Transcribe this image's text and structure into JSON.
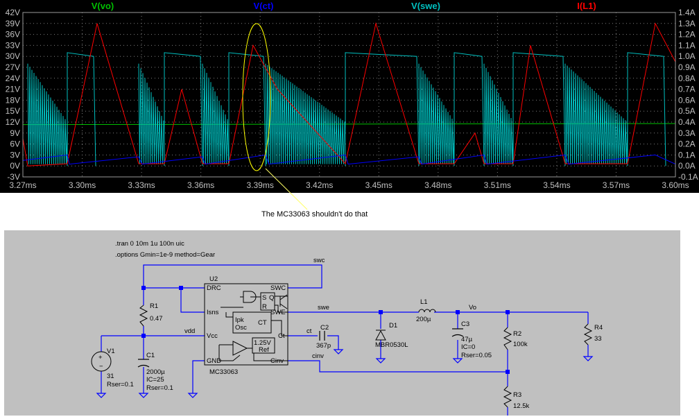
{
  "plot": {
    "traces": [
      {
        "name": "V(vo)",
        "color": "#00c000"
      },
      {
        "name": "V(ct)",
        "color": "#0000ff"
      },
      {
        "name": "V(swe)",
        "color": "#00c0c0"
      },
      {
        "name": "I(L1)",
        "color": "#ff0000"
      }
    ],
    "left_axis": [
      "42V",
      "39V",
      "36V",
      "33V",
      "30V",
      "27V",
      "24V",
      "21V",
      "18V",
      "15V",
      "12V",
      "9V",
      "6V",
      "3V",
      "0V",
      "-3V"
    ],
    "right_axis": [
      "1.4A",
      "1.3A",
      "1.2A",
      "1.1A",
      "1.0A",
      "0.9A",
      "0.8A",
      "0.7A",
      "0.6A",
      "0.5A",
      "0.4A",
      "0.3A",
      "0.2A",
      "0.1A",
      "0.0A",
      "-0.1A"
    ],
    "x_axis": [
      "3.27ms",
      "3.30ms",
      "3.33ms",
      "3.36ms",
      "3.39ms",
      "3.42ms",
      "3.45ms",
      "3.48ms",
      "3.51ms",
      "3.54ms",
      "3.57ms",
      "3.60ms"
    ]
  },
  "annotation": "The MC33063 shouldn't do that",
  "schematic": {
    "directives": [
      ".tran 0 10m 1u 100n uic",
      ".options Gmin=1e-9  method=Gear"
    ],
    "nets": {
      "swc": "swc",
      "swe": "swe",
      "vo": "Vo",
      "vdd": "vdd",
      "ct": "ct",
      "cinv": "cinv"
    },
    "ic": {
      "ref": "U2",
      "part": "MC33063",
      "pins": {
        "drc": "DRC",
        "swc": "SWC",
        "isns": "Isns",
        "swe": "SWE",
        "vcc": "Vcc",
        "ct": "Ct",
        "gnd": "GND",
        "cinv": "Cinv"
      },
      "internal": {
        "s": "S",
        "q": "Q",
        "r": "R",
        "ipk": "Ipk",
        "osc": "Osc",
        "ct": "CT",
        "ref_v": "1.25V",
        "ref": "Ref"
      }
    },
    "components": {
      "r1": {
        "ref": "R1",
        "value": "0.47"
      },
      "v1": {
        "ref": "V1",
        "value": "31",
        "extra": "Rser=0.1"
      },
      "c1": {
        "ref": "C1",
        "value": "2000µ",
        "ic": "IC=25",
        "rser": "Rser=0.1"
      },
      "c2": {
        "ref": "C2",
        "value": "367p"
      },
      "d1": {
        "ref": "D1",
        "value": "MBR0530L"
      },
      "l1": {
        "ref": "L1",
        "value": "200µ"
      },
      "c3": {
        "ref": "C3",
        "value": "47µ",
        "ic": "IC=0",
        "rser": "Rser=0.05"
      },
      "r2": {
        "ref": "R2",
        "value": "100k"
      },
      "r3": {
        "ref": "R3",
        "value": "12.5k"
      },
      "r4": {
        "ref": "R4",
        "value": "33"
      }
    }
  }
}
